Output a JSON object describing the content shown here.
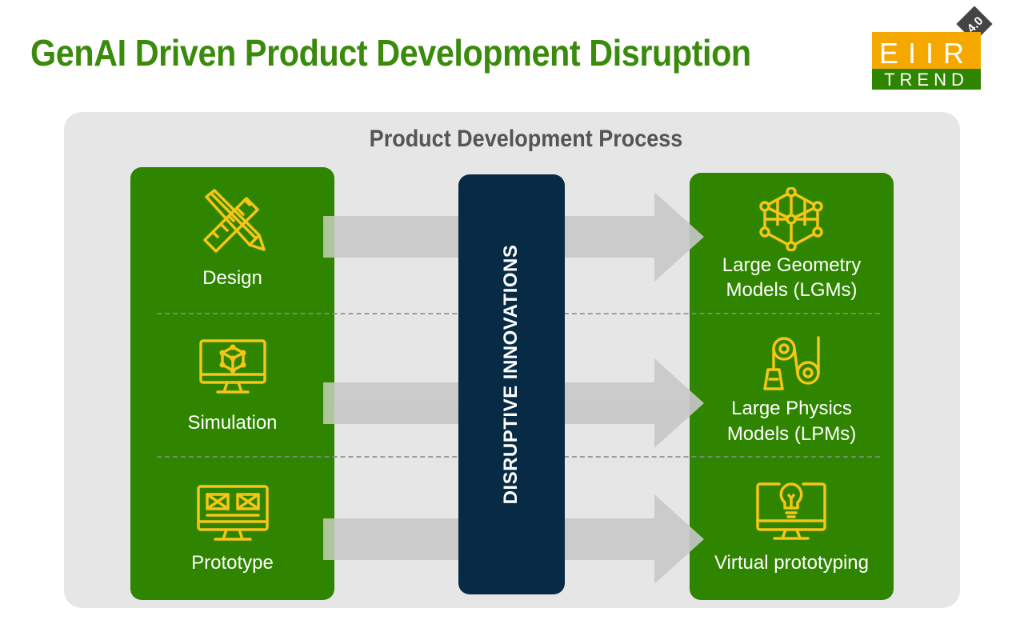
{
  "title": "GenAI Driven Product Development Disruption",
  "logo": {
    "top_text": "EIIR",
    "bottom_text": "TREND",
    "badge": "4.0",
    "colors": {
      "top": "#f5a800",
      "bottom": "#2f8500",
      "badge": "#444444"
    }
  },
  "panel_title": "Product Development Process",
  "center_label": "DISRUPTIVE INNOVATIONS",
  "left_items": [
    {
      "label": "Design",
      "icon": "ruler-pencil-icon"
    },
    {
      "label": "Simulation",
      "icon": "monitor-cube-icon"
    },
    {
      "label": "Prototype",
      "icon": "monitor-wireframe-icon"
    }
  ],
  "right_items": [
    {
      "label_line1": "Large Geometry",
      "label_line2": "Models (LGMs)",
      "icon": "geometry-network-icon"
    },
    {
      "label_line1": "Large Physics",
      "label_line2": "Models (LPMs)",
      "icon": "pulley-weight-icon"
    },
    {
      "label": "Virtual prototyping",
      "icon": "monitor-lightbulb-icon"
    }
  ],
  "colors": {
    "green": "#2f8500",
    "title_green": "#3a8a0c",
    "navy": "#082b45",
    "icon_yellow": "#f5c518",
    "panel": "#e6e6e6"
  }
}
